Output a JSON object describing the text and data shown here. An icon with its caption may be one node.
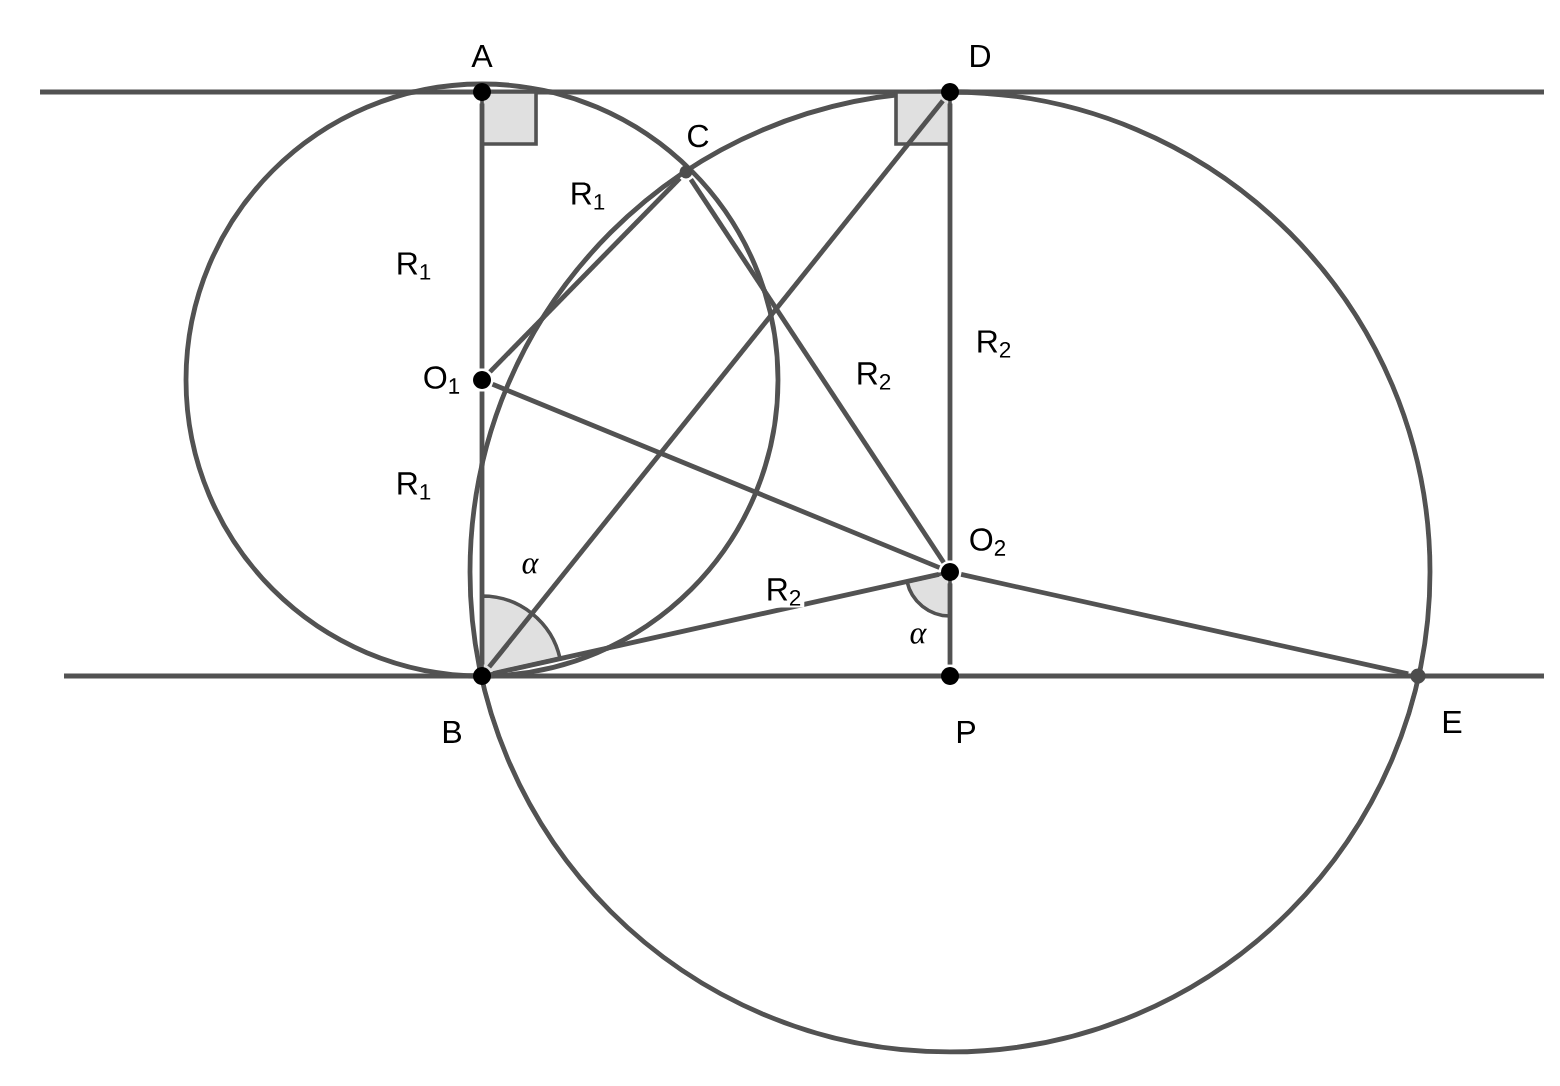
{
  "diagram": {
    "nodes": [
      {
        "text": [
          "A"
        ]
      },
      {
        "text": [
          "D"
        ]
      },
      {
        "text": [
          "C"
        ]
      },
      {
        "text": [
          "O$_{1}$"
        ]
      },
      {
        "text": [
          "O$_{2}$"
        ]
      },
      {
        "text": [
          "B"
        ]
      },
      {
        "text": [
          "P"
        ]
      },
      {
        "text": [
          "E"
        ]
      }
    ],
    "edges": [
      {
        "from": 0,
        "to": 3,
        "arrow": "none",
        "label": "R$_{1}$"
      },
      {
        "from": 3,
        "to": 5,
        "arrow": "none",
        "label": "R$_{1}$"
      },
      {
        "from": 1,
        "to": 4,
        "arrow": "none",
        "label": "R$_{2}$"
      },
      {
        "from": 4,
        "to": 6,
        "arrow": "none"
      },
      {
        "from": 3,
        "to": 2,
        "arrow": "none"
      },
      {
        "from": 2,
        "to": 4,
        "arrow": "none",
        "label": "R$_{2}$"
      },
      {
        "from": 5,
        "to": 1,
        "arrow": "none"
      },
      {
        "from": 3,
        "to": 4,
        "arrow": "none"
      },
      {
        "from": 5,
        "to": 4,
        "arrow": "none",
        "label": "R$_{2}$"
      },
      {
        "from": 4,
        "to": 7,
        "arrow": "none"
      }
    ],
    "labels": [
      "R$_{1}$",
      "α",
      "α"
    ]
  }
}
